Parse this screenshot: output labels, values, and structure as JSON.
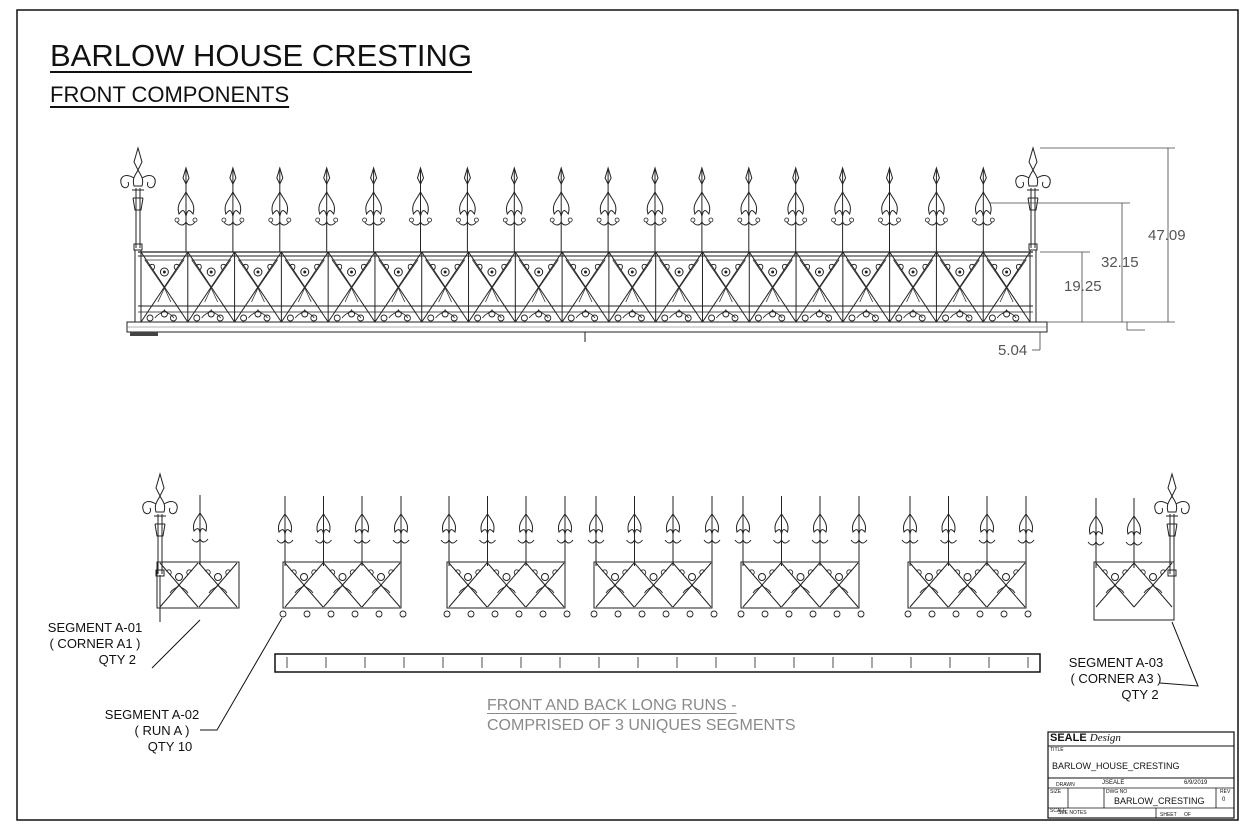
{
  "title": "BARLOW HOUSE CRESTING",
  "subtitle": "FRONT COMPONENTS",
  "dimensions": {
    "overall": "47.09",
    "spike": "32.15",
    "panel": "19.25",
    "base": "5.04"
  },
  "segments": [
    {
      "name": "SEGMENT A-01",
      "type": "( CORNER A1 )",
      "qty": "QTY 2"
    },
    {
      "name": "SEGMENT A-02",
      "type": "( RUN A )",
      "qty": "QTY 10"
    },
    {
      "name": "SEGMENT A-03",
      "type": "( CORNER A3 )",
      "qty": "QTY 2"
    }
  ],
  "note": {
    "line1": "FRONT AND BACK LONG RUNS -",
    "line2": "COMPRISED OF 3 UNIQUES SEGMENTS"
  },
  "title_block": {
    "company_bold": "SEALE",
    "company_italic": "Design",
    "title_label": "TITLE",
    "title": "BARLOW_HOUSE_CRESTING",
    "drawn_label": "DRAWN",
    "drawn_by": "JSEALE",
    "date": "6/9/2019",
    "size_label": "SIZE",
    "dwg_label": "DWG NO",
    "dwg_no": "BARLOW_CRESTING",
    "rev_label": "REV",
    "rev": "0",
    "scale_label": "SCALE",
    "notes_label": "SEE NOTES",
    "sheet_label": "SHEET",
    "of_label": "OF"
  }
}
